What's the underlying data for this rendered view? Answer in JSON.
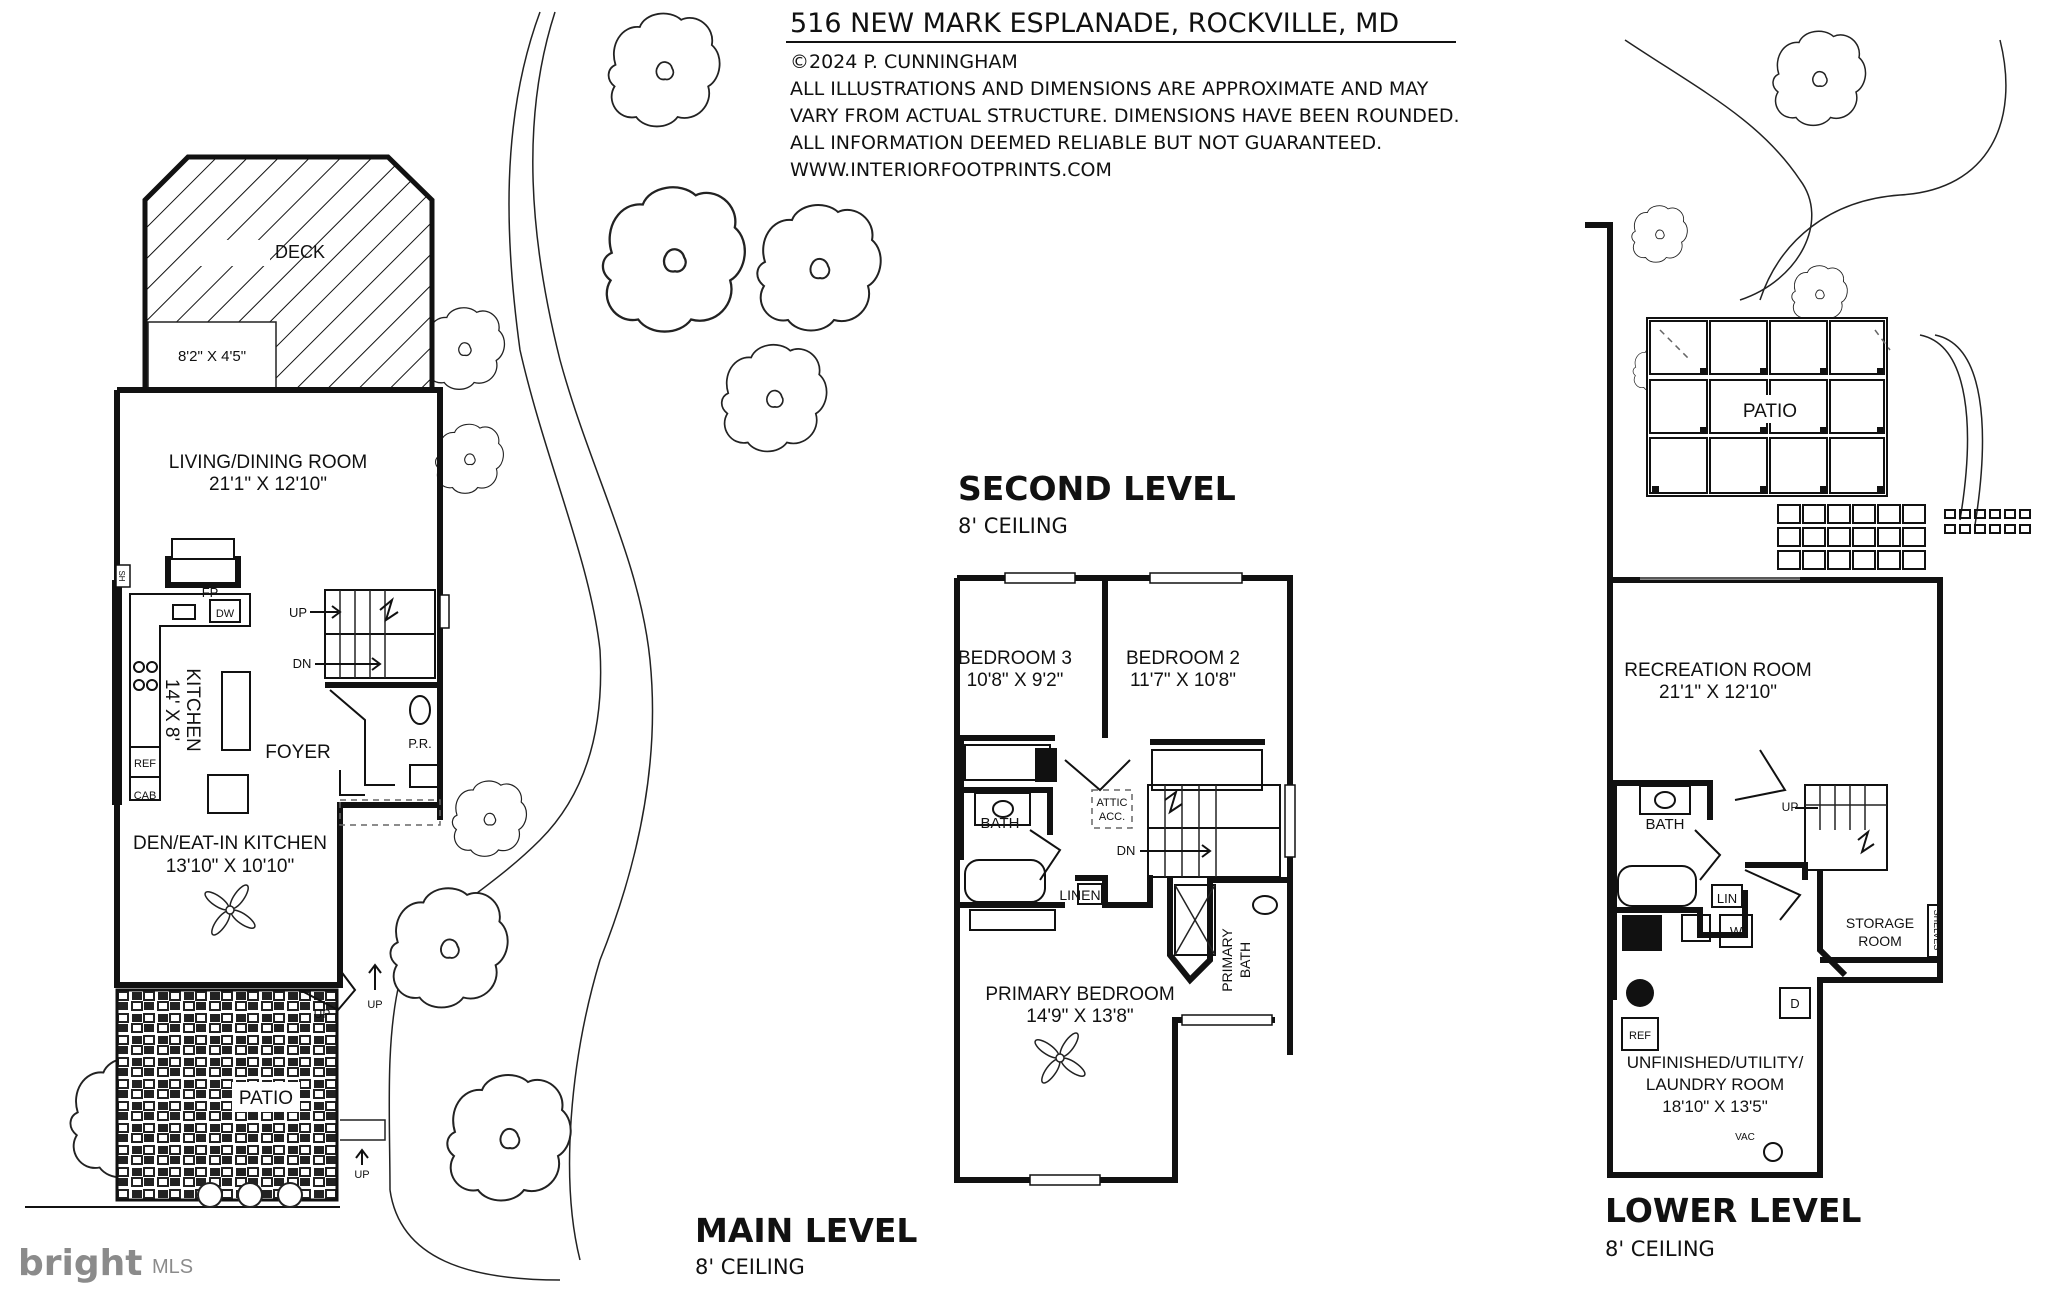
{
  "header": {
    "address": "516 NEW MARK ESPLANADE, ROCKVILLE, MD",
    "copyright": "©2024 P. CUNNINGHAM",
    "disclaimer_lines": [
      "ALL ILLUSTRATIONS AND DIMENSIONS ARE APPROXIMATE AND MAY",
      "VARY FROM ACTUAL STRUCTURE. DIMENSIONS HAVE BEEN ROUNDED.",
      "ALL INFORMATION DEEMED RELIABLE BUT NOT GUARANTEED."
    ],
    "website": "WWW.INTERIORFOOTPRINTS.COM"
  },
  "main_level": {
    "title": "MAIN LEVEL",
    "ceiling": "8' CEILING",
    "deck": "DECK",
    "deck_dim": "8'2\" X 4'5\"",
    "living_name": "LIVING/DINING ROOM",
    "living_dim": "21'1\" X 12'10\"",
    "fp": "FP",
    "sh": "SH",
    "dw": "DW",
    "kitchen_name": "KITCHEN",
    "kitchen_dim": "14' X 8'",
    "ref": "REF",
    "cab": "CAB",
    "foyer": "FOYER",
    "up": "UP",
    "dn": "DN",
    "pr": "P.R.",
    "den_name": "DEN/EAT-IN KITCHEN",
    "den_dim": "13'10\" X 10'10\"",
    "patio": "PATIO"
  },
  "second_level": {
    "title": "SECOND LEVEL",
    "ceiling": "8' CEILING",
    "bed3_name": "BEDROOM 3",
    "bed3_dim": "10'8\" X 9'2\"",
    "bed2_name": "BEDROOM 2",
    "bed2_dim": "11'7\" X 10'8\"",
    "bath": "BATH",
    "attic_1": "ATTIC",
    "attic_2": "ACC.",
    "dn": "DN",
    "linen": "LINEN",
    "primary_name": "PRIMARY BEDROOM",
    "primary_dim": "14'9\" X 13'8\"",
    "primary_bath_1": "PRIMARY",
    "primary_bath_2": "BATH"
  },
  "lower_level": {
    "title": "LOWER LEVEL",
    "ceiling": "8' CEILING",
    "patio": "PATIO",
    "rec_name": "RECREATION ROOM",
    "rec_dim": "21'1\" X 12'10\"",
    "bath": "BATH",
    "up": "UP",
    "lin": "LIN",
    "w": "W",
    "storage_1": "STORAGE",
    "storage_2": "ROOM",
    "shelves": "SHELVES",
    "d": "D",
    "ref": "REF",
    "utility_1": "UNFINISHED/UTILITY/",
    "utility_2": "LAUNDRY ROOM",
    "utility_dim": "18'10\" X 13'5\"",
    "vac": "VAC"
  },
  "watermark": {
    "brand": "bright",
    "suffix": "MLS"
  }
}
